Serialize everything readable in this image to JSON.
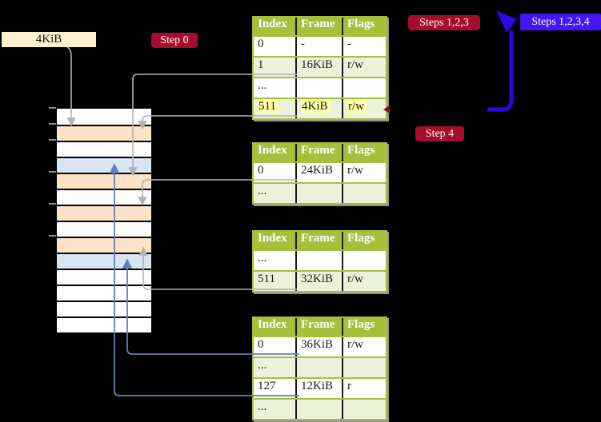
{
  "labels": {
    "page_size": "4KiB",
    "step0": "Step 0",
    "steps123": "Steps 1,2,3",
    "steps1234": "Steps 1,2,3,4",
    "step4": "Step 4"
  },
  "colors": {
    "background": "#000000",
    "table_header_bg": "#a6c03c",
    "table_border_olive": "#a6c03c",
    "table_row_alt_bg": "#ecf1da",
    "cell_separator_black": "#1a1a1a",
    "highlight_yellow": "#ffffa6",
    "badge_red": "#a50d2d",
    "badge_blue_violet": "#4714f2",
    "page_size_label_bg": "#fcf0ce",
    "memory_frame_peach": "#fde3c6",
    "memory_frame_blue": "#d9e5f3",
    "memory_frame_white": "#ffffff",
    "connector_gray": "#b3b3b3",
    "connector_blue": "#5d82ba",
    "loop_arrow_blue": "#2a08e2",
    "mini_arrow_red": "#8e0a26"
  },
  "memory": {
    "rows": [
      "white",
      "peach",
      "white",
      "blue",
      "peach",
      "white",
      "peach",
      "white",
      "peach",
      "blue",
      "white",
      "white",
      "white",
      "white"
    ]
  },
  "tables": [
    {
      "name": "page-table-level-1",
      "columns": [
        "Index",
        "Frame",
        "Flags"
      ],
      "rows": [
        {
          "cells": [
            "0",
            "-",
            "-"
          ]
        },
        {
          "cells": [
            "1",
            "16KiB",
            "r/w"
          ]
        },
        {
          "cells": [
            "...",
            "",
            ""
          ]
        },
        {
          "cells": [
            "511",
            "4KiB",
            "r/w"
          ],
          "highlight": true
        }
      ]
    },
    {
      "name": "page-table-level-2",
      "columns": [
        "Index",
        "Frame",
        "Flags"
      ],
      "rows": [
        {
          "cells": [
            "0",
            "24KiB",
            "r/w"
          ]
        },
        {
          "cells": [
            "...",
            "",
            ""
          ]
        }
      ]
    },
    {
      "name": "page-table-level-3",
      "columns": [
        "Index",
        "Frame",
        "Flags"
      ],
      "rows": [
        {
          "cells": [
            "...",
            "",
            ""
          ]
        },
        {
          "cells": [
            "511",
            "32KiB",
            "r/w"
          ]
        }
      ]
    },
    {
      "name": "page-table-level-4",
      "columns": [
        "Index",
        "Frame",
        "Flags"
      ],
      "rows": [
        {
          "cells": [
            "0",
            "36KiB",
            "r/w"
          ]
        },
        {
          "cells": [
            "...",
            "",
            ""
          ]
        },
        {
          "cells": [
            "127",
            "12KiB",
            "r"
          ]
        },
        {
          "cells": [
            "...",
            "",
            ""
          ]
        }
      ]
    }
  ]
}
